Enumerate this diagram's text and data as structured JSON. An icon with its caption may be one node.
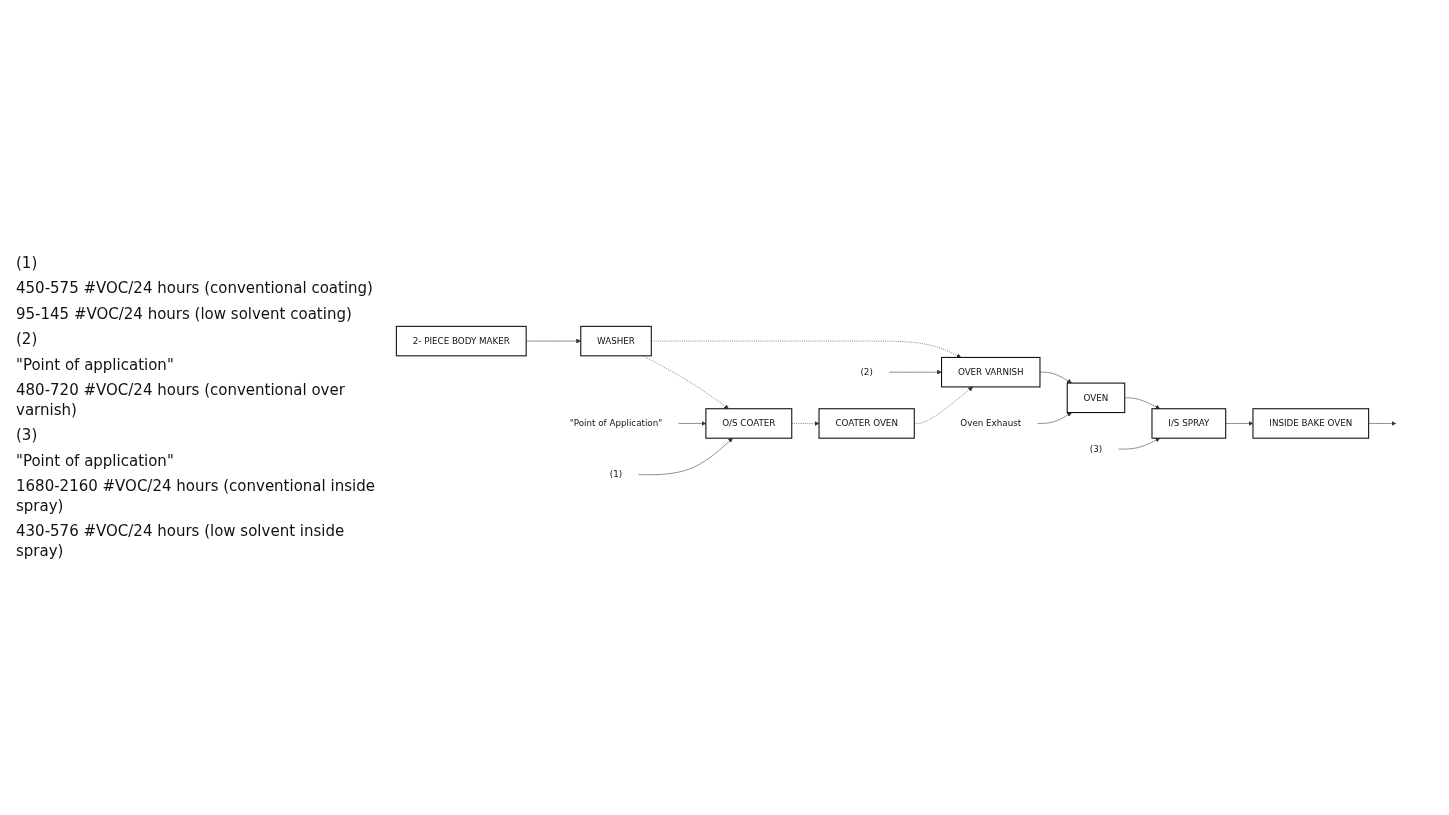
{
  "diagram": {
    "nodes": [
      {
        "text": [
          "2- PIECE BODY MAKER"
        ]
      },
      {
        "text": [
          "WASHER"
        ]
      },
      {
        "text": [
          "O/S COATER"
        ]
      },
      {
        "text": [
          "COATER OVEN"
        ]
      },
      {
        "text": [
          "OVER VARNISH"
        ]
      },
      {
        "text": [
          "OVEN"
        ]
      },
      {
        "text": [
          "I/S SPRAY"
        ]
      },
      {
        "text": [
          "INSIDE BAKE OVEN"
        ]
      },
      {
        "text": [
          "\"Point of Application\""
        ]
      },
      {
        "text": [
          "(1)"
        ]
      },
      {
        "text": [
          "(2)"
        ]
      },
      {
        "text": [
          "(3)"
        ]
      },
      {
        "text": [
          "Oven Exhaust"
        ]
      }
    ],
    "edges": [
      {
        "from": 0,
        "to": 1,
        "arrow": "to"
      },
      {
        "from": 1,
        "to": 2,
        "arrow": "to",
        "style": "dashed"
      },
      {
        "from": 2,
        "to": 3,
        "arrow": "to",
        "style": "dashed"
      },
      {
        "from": 3,
        "to": 4,
        "arrow": "to",
        "style": "dashed"
      },
      {
        "from": 1,
        "to": 4,
        "arrow": "to",
        "style": "dashed"
      },
      {
        "from": 4,
        "to": 5,
        "arrow": "to"
      },
      {
        "from": 5,
        "to": 6,
        "arrow": "to"
      },
      {
        "from": 6,
        "to": 7,
        "arrow": "to"
      },
      {
        "from": 7,
        "to": null,
        "arrow": "to"
      },
      {
        "from": 8,
        "to": 2,
        "arrow": "to"
      },
      {
        "from": 9,
        "to": 2,
        "arrow": "to"
      },
      {
        "from": 10,
        "to": 4,
        "arrow": "to"
      },
      {
        "from": 11,
        "to": 6,
        "arrow": "to"
      },
      {
        "from": 12,
        "to": 5,
        "arrow": "to"
      }
    ],
    "labels": [
      "(1)",
      "450-575 #VOC/24 hours (conventional coating)",
      "95-145 #VOC/24 hours (low solvent coating)",
      "(2)",
      "\"Point of application\"",
      "480-720 #VOC/24 hours (conventional over varnish)",
      "(3)",
      "\"Point of application\"",
      "1680-2160 #VOC/24 hours (conventional inside spray)",
      "430-576 #VOC/24 hours (low solvent inside spray)"
    ]
  }
}
